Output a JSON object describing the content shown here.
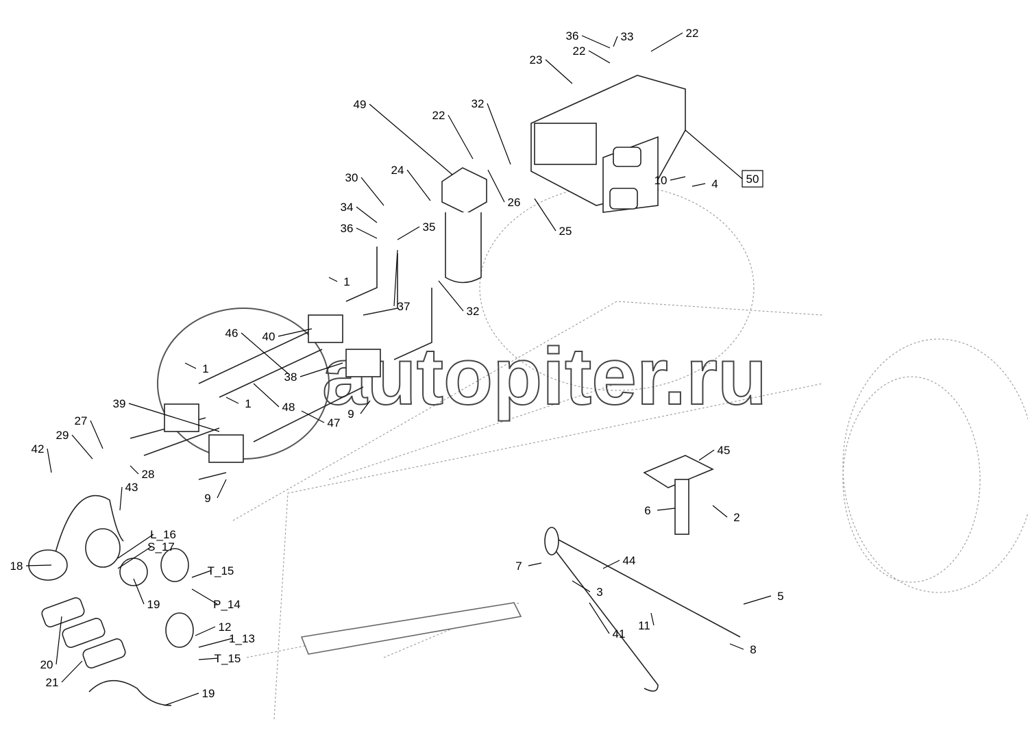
{
  "diagram": {
    "watermark": "autopiter.ru",
    "boxed_label": "50",
    "callouts": [
      "36",
      "33",
      "22",
      "22",
      "23",
      "49",
      "22",
      "32",
      "24",
      "26",
      "30",
      "10",
      "4",
      "34",
      "36",
      "35",
      "25",
      "1",
      "37",
      "32",
      "46",
      "40",
      "1",
      "38",
      "39",
      "1",
      "48",
      "9",
      "47",
      "27",
      "29",
      "42",
      "28",
      "43",
      "9",
      "45",
      "6",
      "2",
      "L_16",
      "S_17",
      "18",
      "T_15",
      "7",
      "44",
      "19",
      "P_14",
      "3",
      "5",
      "11",
      "41",
      "12",
      "1_13",
      "8",
      "20",
      "T_15",
      "21",
      "19"
    ]
  }
}
